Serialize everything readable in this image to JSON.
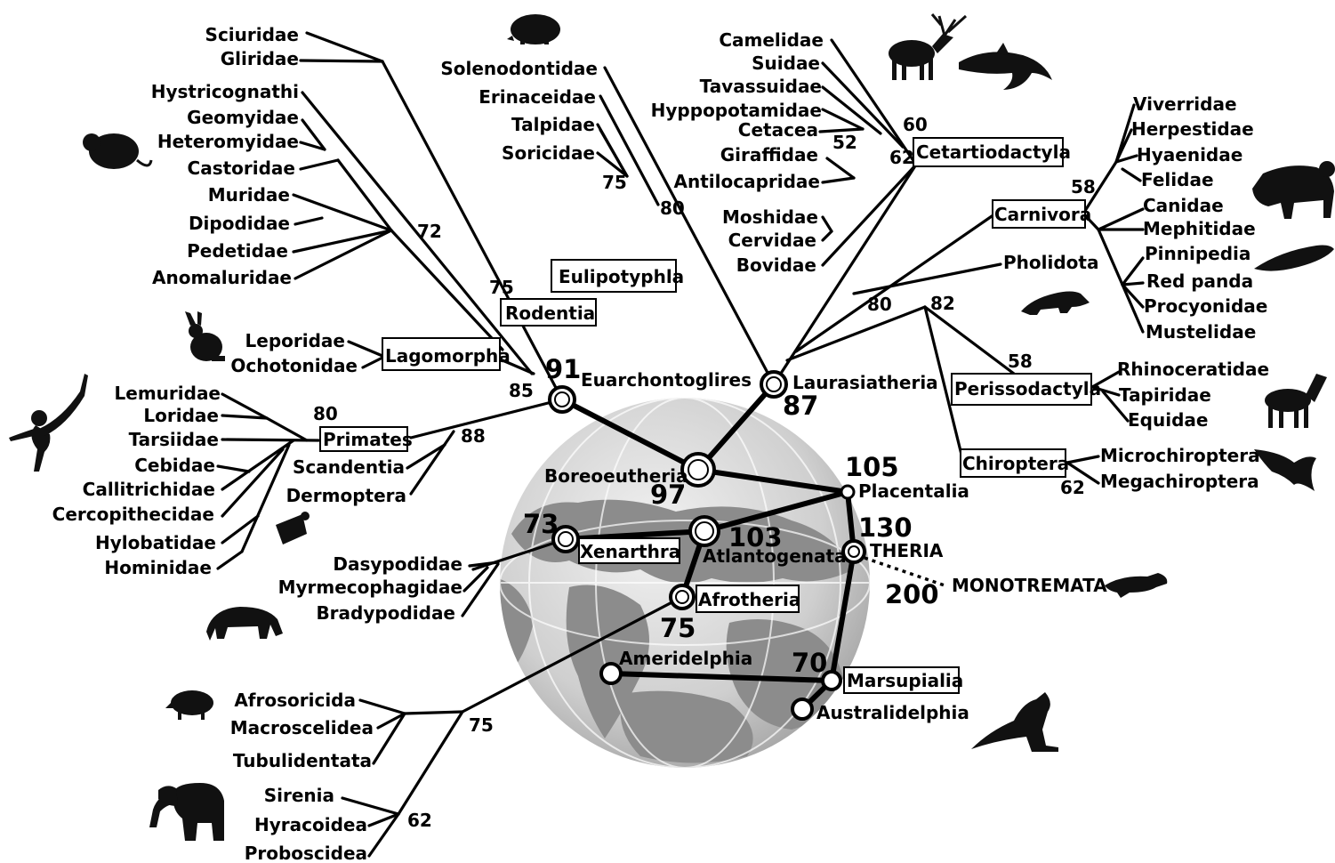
{
  "clades": {
    "lagomorpha": "Lagomorpha",
    "rodentia": "Rodentia",
    "eulipotyphla": "Eulipotyphla",
    "cetartiodactyla": "Cetartiodactyla",
    "carnivora": "Carnivora",
    "perissodactyla": "Perissodactyla",
    "chiroptera": "Chiroptera",
    "primates": "Primates",
    "xenarthra": "Xenarthra",
    "afrotheria": "Afrotheria",
    "marsupialia": "Marsupialia"
  },
  "nodes": {
    "euarchontoglires": "Euarchontoglires",
    "laurasiatheria": "Laurasiatheria",
    "boreoeutheria": "Boreoeutheria",
    "placentalia": "Placentalia",
    "atlantogenata": "Atlantogenata",
    "theria": "THERIA",
    "monotremata": "MONOTREMATA",
    "ameridelphia": "Ameridelphia",
    "australidelphia": "Australidelphia",
    "pholidota": "Pholidota"
  },
  "ages": {
    "euarchontoglires": "91",
    "laurasiatheria": "87",
    "boreoeutheria": "97",
    "placentalia": "105",
    "atlantogenata": "103",
    "xenarthra": "73",
    "afrotheria": "75",
    "theria": "130",
    "monotremata": "200",
    "marsupialia": "70"
  },
  "small_ages": {
    "rodent_72": "72",
    "rodent_75": "75",
    "glires_85": "85",
    "primates_80": "80",
    "primates_88": "88",
    "eulipo_75": "75",
    "eulipo_80": "80",
    "cet_60": "60",
    "cet_52": "52",
    "cet_62": "62",
    "carn_58": "58",
    "laur_80": "80",
    "laur_82": "82",
    "peris_58": "58",
    "chiro_62": "62",
    "afro_75": "75",
    "afro_62": "62"
  },
  "taxa": {
    "rodentia": [
      "Sciuridae",
      "Gliridae",
      "Hystricognathi",
      "Geomyidae",
      "Heteromyidae",
      "Castoridae",
      "Muridae",
      "Dipodidae",
      "Pedetidae",
      "Anomaluridae"
    ],
    "lagomorpha": [
      "Leporidae",
      "Ochotonidae"
    ],
    "primates": [
      "Lemuridae",
      "Loridae",
      "Tarsiidae",
      "Cebidae",
      "Callitrichidae",
      "Cercopithecidae",
      "Hylobatidae",
      "Hominidae"
    ],
    "primate_sisters": [
      "Scandentia",
      "Dermoptera"
    ],
    "xenarthra": [
      "Dasypodidae",
      "Myrmecophagidae",
      "Bradypodidae"
    ],
    "afrotheria": [
      "Afrosoricida",
      "Macroscelidea",
      "Tubulidentata",
      "Sirenia",
      "Hyracoidea",
      "Proboscidea"
    ],
    "eulipotyphla": [
      "Solenodontidae",
      "Erinaceidae",
      "Talpidae",
      "Soricidae"
    ],
    "cetartiodactyla": [
      "Camelidae",
      "Suidae",
      "Tavassuidae",
      "Hyppopotamidae",
      "Cetacea",
      "Giraffidae",
      "Antilocapridae",
      "Moshidae",
      "Cervidae",
      "Bovidae"
    ],
    "carnivora": [
      "Viverridae",
      "Herpestidae",
      "Hyaenidae",
      "Felidae",
      "Canidae",
      "Mephitidae",
      "Pinnipedia",
      "Red panda",
      "Procyonidae",
      "Mustelidae"
    ],
    "perissodactyla": [
      "Rhinoceratidae",
      "Tapiridae",
      "Equidae"
    ],
    "chiroptera": [
      "Microchiroptera",
      "Megachiroptera"
    ]
  },
  "icons": [
    "hedgehog-icon",
    "deer-icon",
    "dolphin-icon",
    "rat-icon",
    "cougar-icon",
    "seal-icon",
    "raccoon-icon",
    "hare-icon",
    "monkey-icon",
    "horse-icon",
    "bat-icon",
    "platypus-icon",
    "colugo-icon",
    "anteater-icon",
    "tenrec-icon",
    "elephant-icon",
    "kangaroo-icon",
    "globe-icon"
  ],
  "colors": {
    "ink": "#000000",
    "globe_ocean": "#d9d9d9",
    "globe_land": "#8c8c8c"
  }
}
